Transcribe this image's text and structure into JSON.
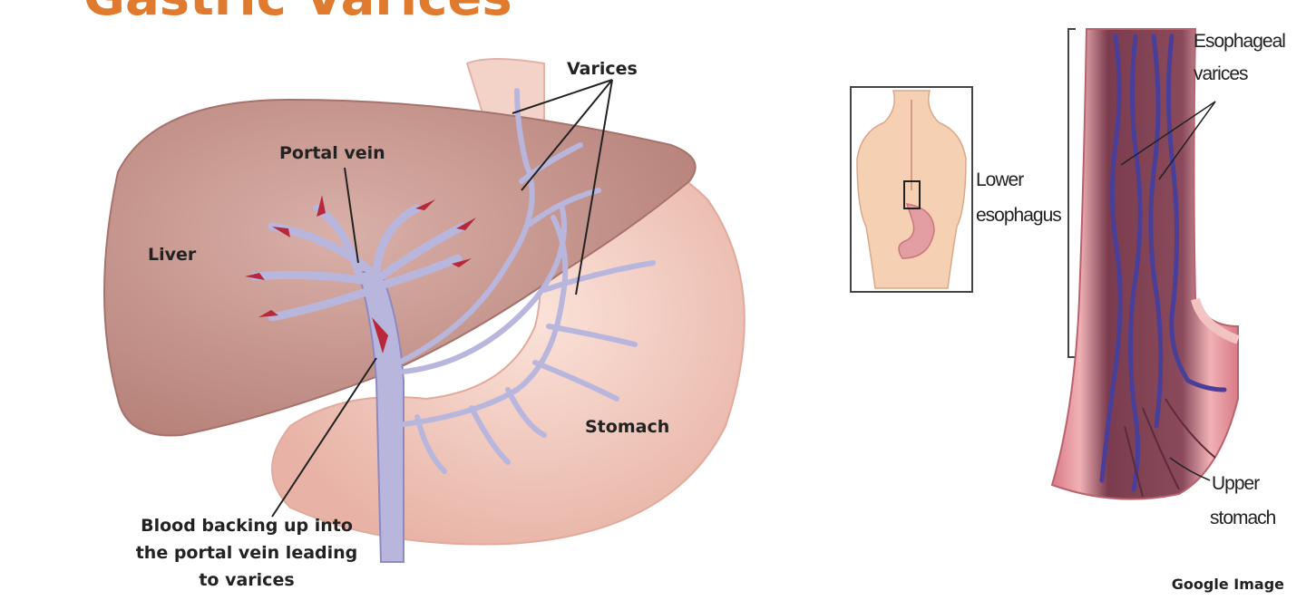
{
  "title": "Gastric Varices",
  "left_figure": {
    "labels": {
      "varices": "Varices",
      "portal_vein": "Portal vein",
      "liver": "Liver",
      "stomach": "Stomach",
      "caption_line1": "Blood backing up into",
      "caption_line2": "the portal vein leading",
      "caption_line3": "to varices"
    }
  },
  "right_figure": {
    "labels": {
      "lower_esophagus_line1": "Lower",
      "lower_esophagus_line2": "esophagus",
      "esophageal_varices_line1": "Esophageal",
      "esophageal_varices_line2": "varices",
      "upper_stomach_line1": "Upper",
      "upper_stomach_line2": "stomach"
    }
  },
  "credit": "Google Image",
  "colors": {
    "title": "#e07a2e",
    "liver": "#c99a92",
    "stomach": "#f2c9bd",
    "vein": "#b9b6dd",
    "arrow": "#b8283a",
    "esophagus_wall": "#e08a94",
    "esophagus_varix": "#4a3f98"
  }
}
